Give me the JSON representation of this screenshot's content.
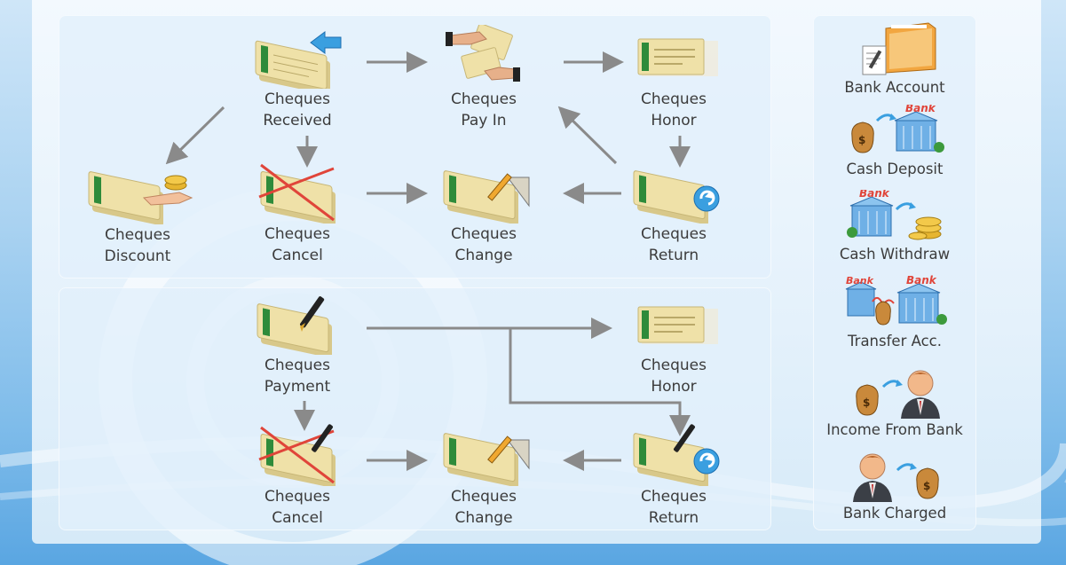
{
  "flow_top": {
    "cheques_received": "Cheques\nReceived",
    "cheques_pay_in": "Cheques\nPay In",
    "cheques_honor": "Cheques\nHonor",
    "cheques_discount": "Cheques\nDiscount",
    "cheques_cancel": "Cheques\nCancel",
    "cheques_change": "Cheques\nChange",
    "cheques_return": "Cheques\nReturn"
  },
  "flow_bottom": {
    "cheques_payment": "Cheques\nPayment",
    "cheques_honor": "Cheques\nHonor",
    "cheques_cancel": "Cheques\nCancel",
    "cheques_change": "Cheques\nChange",
    "cheques_return": "Cheques\nReturn"
  },
  "sidebar": {
    "items": [
      {
        "label": "Bank Account",
        "icon": "bank-account-icon"
      },
      {
        "label": "Cash Deposit",
        "icon": "cash-deposit-icon"
      },
      {
        "label": "Cash Withdraw",
        "icon": "cash-withdraw-icon"
      },
      {
        "label": "Transfer Acc.",
        "icon": "transfer-account-icon"
      },
      {
        "label": "Income From Bank",
        "icon": "income-from-bank-icon"
      },
      {
        "label": "Bank Charged",
        "icon": "bank-charged-icon"
      }
    ],
    "bank_sign": "Bank"
  },
  "colors": {
    "arrow": "#8a8a8a",
    "label": "#3c3c3c",
    "cheque": "#efe1a8",
    "cheque_stripe": "#2e8b3a",
    "cancel_x": "#e0453a",
    "building": "#4a90d9"
  }
}
